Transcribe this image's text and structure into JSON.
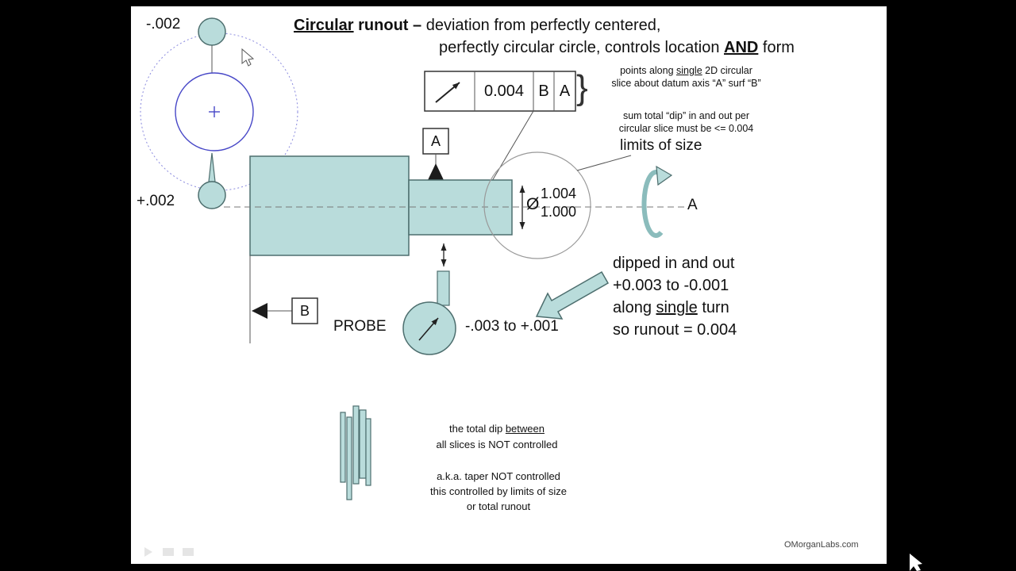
{
  "colors": {
    "teal": "#b9dcdb",
    "blue": "#4747c7"
  },
  "title": {
    "l1_u": "Circular",
    "l1_b": " runout –",
    "l1_r": " deviation from perfectly centered,",
    "l2_a": "perfectly circular circle, controls location ",
    "l2_b": "AND",
    "l2_c": " form"
  },
  "fcf": {
    "tolerance": "0.004",
    "datum1": "B",
    "datum2": "A",
    "brace": "}"
  },
  "icons": {
    "fcf_symbol": "circular-runout-arrow",
    "rotation": "rotation-direction-arrow",
    "pointer": "mouse-cursor"
  },
  "notes": {
    "n1_pre": "points along ",
    "n1_u": "single",
    "n1_post": " 2D circular",
    "n1_l2": "slice about datum axis “A” surf “B”",
    "n2_l1": "sum total “dip” in and out per",
    "n2_l2": "circular slice must be <= 0.004"
  },
  "labels": {
    "minus002": "-.002",
    "plus002": "+.002",
    "datumA": "A",
    "datumB": "B",
    "axisA": "A",
    "limits_of_size": "limits of size",
    "dia_symbol": "Ø",
    "dim_upper": "1.004",
    "dim_lower": "1.000",
    "probe": "PROBE",
    "probe_range": "-.003 to +.001"
  },
  "dip_note": {
    "l1": "dipped in and out",
    "l2": "+0.003 to -0.001",
    "l3_pre": "along ",
    "l3_u": "single",
    "l3_post": " turn",
    "l4": "so runout = 0.004"
  },
  "slices_note": {
    "l1_pre": "the total dip ",
    "l1_u": "between",
    "l2": "all slices is NOT controlled",
    "l3": "a.k.a. taper NOT controlled",
    "l4": "this controlled by limits of size",
    "l5": "or total runout"
  },
  "watermark": "OMorganLabs.com"
}
